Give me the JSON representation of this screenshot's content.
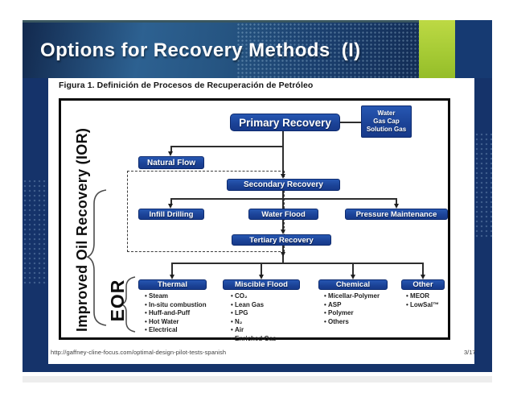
{
  "slide": {
    "title": "Options for Recovery Methods  (I)",
    "figure_caption": "Figura 1.  Definición de Procesos de Recuperación de Petróleo",
    "footer_url": "http://gaffney-cline-focus.com/optimal-design-pilot-tests-spanish",
    "page_number": "3/17"
  },
  "colors": {
    "frame_navy": "#15336a",
    "accent_green": "#a6cb35",
    "box_blue": "#1b4296",
    "line": "#2e2e2e"
  },
  "diagram": {
    "side_labels": {
      "ior": "Improved Oil Recovery (IOR)",
      "eor": "EOR"
    },
    "boxes": {
      "primary": "Primary Recovery",
      "drive_mechanisms": [
        "Water",
        "Gas Cap",
        "Solution Gas"
      ],
      "natural_flow": "Natural Flow",
      "secondary": "Secondary Recovery",
      "infill": "Infill Drilling",
      "water_flood": "Water Flood",
      "pressure": "Pressure Maintenance",
      "tertiary": "Tertiary Recovery",
      "thermal": "Thermal",
      "miscible": "Miscible Flood",
      "chemical": "Chemical",
      "other": "Other"
    },
    "lists": {
      "thermal": [
        "Steam",
        "In-situ combustion",
        "Huff-and-Puff",
        "Hot Water",
        "Electrical"
      ],
      "miscible": [
        "CO₂",
        "Lean Gas",
        "LPG",
        "N₂",
        "Air",
        "Enriched Gas"
      ],
      "chemical": [
        "Micellar-Polymer",
        "ASP",
        "Polymer",
        "Others"
      ],
      "other": [
        "MEOR",
        "LowSal™"
      ]
    }
  }
}
